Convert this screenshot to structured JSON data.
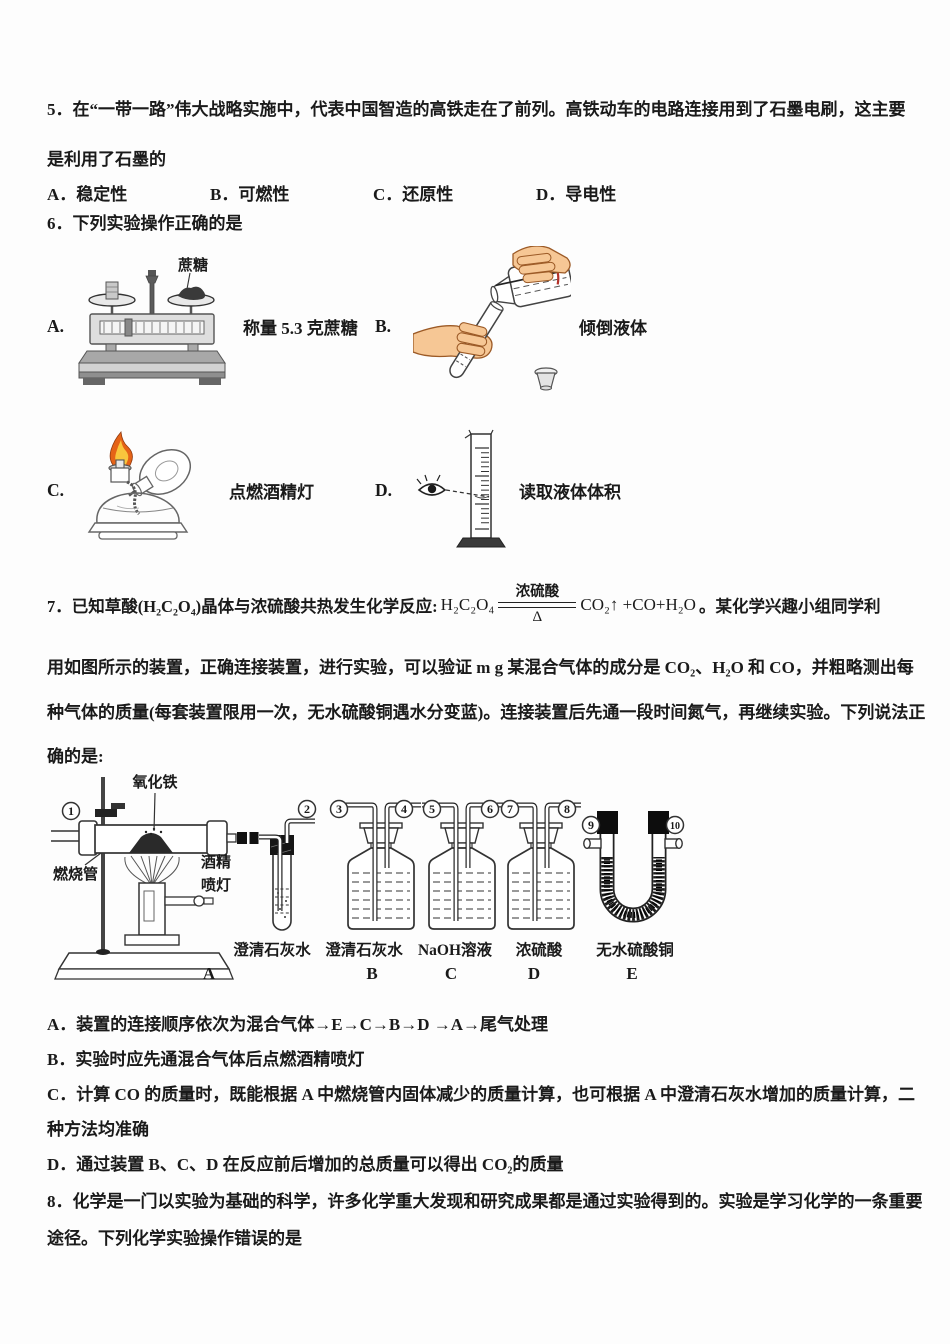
{
  "q5": {
    "line1": "5．在“一带一路”伟大战略实施中，代表中国智造的高铁走在了前列。高铁动车的电路连接用到了石墨电刷，这主要",
    "line2": "是利用了石墨的",
    "options": [
      "A．稳定性",
      "B．可燃性",
      "C．还原性",
      "D．导电性"
    ]
  },
  "q6": {
    "stem": "6．下列实验操作正确的是",
    "items": [
      {
        "label": "A.",
        "caption": "称量 5.3 克蔗糖",
        "figure": "balance-scale",
        "note": "蔗糖"
      },
      {
        "label": "B.",
        "caption": "倾倒液体",
        "figure": "pouring-liquid"
      },
      {
        "label": "C.",
        "caption": "点燃酒精灯",
        "figure": "alcohol-lamp"
      },
      {
        "label": "D.",
        "caption": "读取液体体积",
        "figure": "graduated-cylinder"
      }
    ]
  },
  "q7": {
    "stem_prefix": "7．已知草酸(H₂C₂O₄)晶体与浓硫酸共热发生化学反应:",
    "equation": {
      "reactant": "H₂C₂O₄",
      "condition_above": "浓硫酸",
      "condition_below": "Δ",
      "products": "CO₂↑ +CO+H₂O"
    },
    "stem_suffix": "。某化学兴趣小组同学利",
    "body_lines": [
      "用如图所示的装置，正确连接装置，进行实验，可以验证 m g 某混合气体的成分是 CO₂、H₂O 和 CO，并粗略测出每",
      "种气体的质量(每套装置限用一次，无水硫酸铜遇水分变蓝)。连接装置后先通一段时间氮气，再继续实验。下列说法正",
      "确的是:"
    ],
    "apparatus": {
      "circled_numbers": [
        "1",
        "2",
        "3",
        "4",
        "5",
        "6",
        "7",
        "8",
        "9",
        "10"
      ],
      "part_labels": {
        "iron_oxide": "氧化铁",
        "combustion_tube": "燃烧管",
        "lamp_line1": "酒精",
        "lamp_line2": "喷灯"
      },
      "units": [
        {
          "letter": "A",
          "caption": "澄清石灰水"
        },
        {
          "letter": "B",
          "caption": "澄清石灰水"
        },
        {
          "letter": "C",
          "caption": "NaOH溶液"
        },
        {
          "letter": "D",
          "caption": "浓硫酸"
        },
        {
          "letter": "E",
          "caption": "无水硫酸铜"
        }
      ]
    },
    "options": [
      "A．装置的连接顺序依次为混合气体→E→C→B→D →A→尾气处理",
      "B．实验时应先通混合气体后点燃酒精喷灯",
      "C．计算 CO 的质量时，既能根据 A 中燃烧管内固体减少的质量计算，也可根据 A 中澄清石灰水增加的质量计算，二",
      "种方法均准确",
      "D．通过装置 B、C、D 在反应前后增加的总质量可以得出 CO₂的质量"
    ]
  },
  "q8": {
    "line1": "8．化学是一门以实验为基础的科学，许多化学重大发现和研究成果都是通过实验得到的。实验是学习化学的一条重要",
    "line2": "途径。下列化学实验操作错误的是"
  }
}
